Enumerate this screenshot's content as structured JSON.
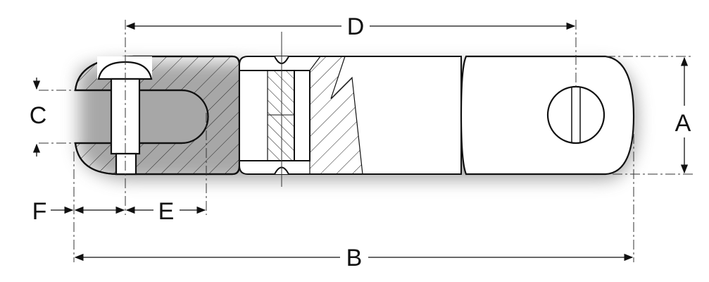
{
  "diagram": {
    "subject": "swivel-shackle-cross-section",
    "labels": {
      "A": "A",
      "B": "B",
      "C": "C",
      "D": "D",
      "E": "E",
      "F": "F"
    },
    "colors": {
      "line": "#111111",
      "shadow": "#9a9a9a",
      "fill": "#ffffff"
    }
  }
}
